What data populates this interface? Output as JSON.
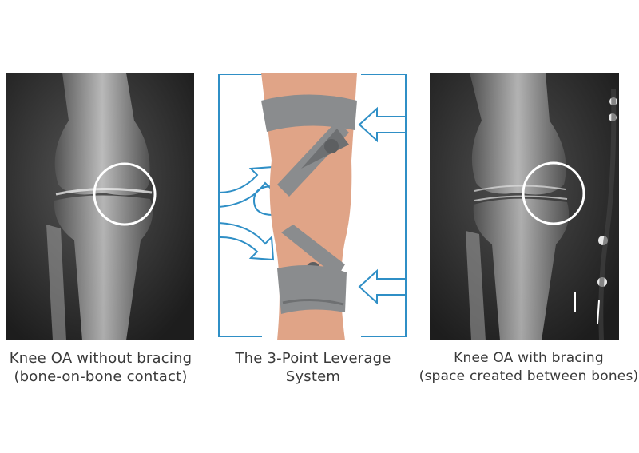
{
  "panels": [
    {
      "caption_line1": "Knee OA without bracing",
      "caption_line2": "(bone-on-bone contact)"
    },
    {
      "caption_line1": "The 3-Point Leverage",
      "caption_line2": "System"
    },
    {
      "caption_line1": "Knee OA with bracing",
      "caption_line2": "(space created between bones)"
    }
  ],
  "colors": {
    "arrow_blue": "#2f8fc6",
    "highlight_circle": "#ffffff",
    "brace_gray": "#8a8c8e",
    "skin": "#e0a487",
    "caption_text": "#3a3a3a"
  }
}
